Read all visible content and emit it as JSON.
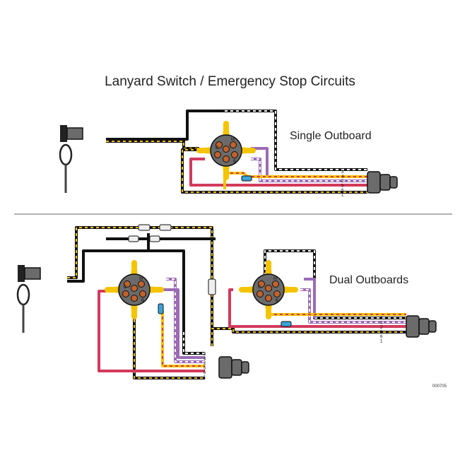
{
  "diagram": {
    "title": "Lanyard Switch / Emergency Stop Circuits",
    "single_label": "Single Outboard",
    "dual_label": "Dual Outboards",
    "part_code": "000705",
    "pin_numbers": [
      "3",
      "4",
      "2",
      "5",
      "6",
      "1"
    ],
    "pin_letters": [
      "M",
      "C",
      "B"
    ]
  },
  "colors": {
    "black": "#111111",
    "yellow": "#f5c400",
    "red": "#d23a5c",
    "purple": "#9b6bb5",
    "gray": "#6b6b6b",
    "orange": "#c0622b",
    "blue": "#3aa4d8",
    "white": "#ffffff"
  }
}
